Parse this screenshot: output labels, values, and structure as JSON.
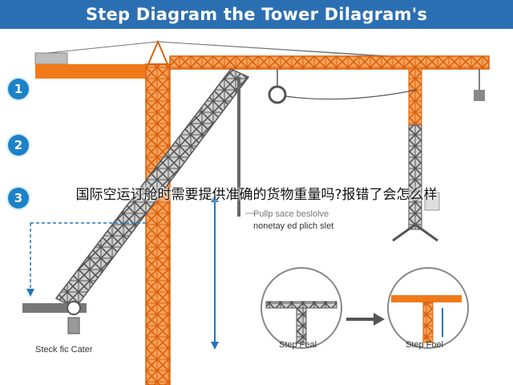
{
  "header": {
    "title": "Step Diagram the Tower Dilagram's"
  },
  "steps": [
    "1",
    "2",
    "3"
  ],
  "annotations": {
    "pulley_line1": "Pullp sace beslolve",
    "pulley_line2": "nonetay ed plich slet",
    "left_caption": "Steck fic Cater",
    "inset_left_caption": "Step Feal",
    "inset_right_caption": "Step Foel"
  },
  "overlay": {
    "caption": "国际空运订舱时需要提供准确的货物重量吗?报错了会怎么样"
  },
  "colors": {
    "title_bar": "#2b6fb3",
    "crane_orange": "#f07a1a",
    "crane_gray": "#6b6b6b",
    "badge_blue": "#1c82c8",
    "dimension_blue": "#1e78c2"
  }
}
